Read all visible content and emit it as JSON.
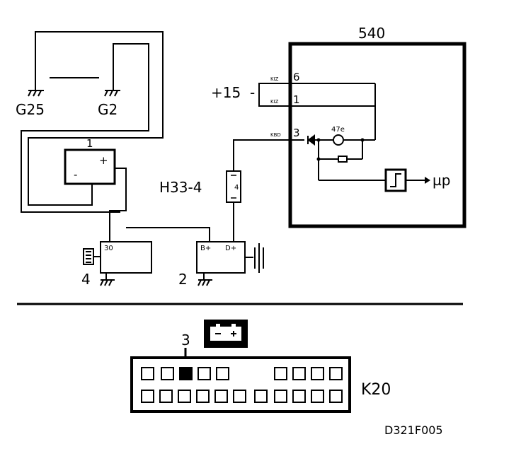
{
  "labels": {
    "ecu": "540",
    "ground_left": "G25",
    "ground_right": "G2",
    "battery_number": "1",
    "starter_number": "4",
    "alternator_number": "2",
    "connector": "H33-4",
    "connector_pin": "4",
    "plus15": "+15",
    "pin_6": "6",
    "pin_1": "1",
    "pin_3": "3",
    "pin_prefix": "KIZ",
    "pin_prefix_3": "KBD",
    "lamp": "47e",
    "micro": "µp",
    "starter_terminal": "30",
    "alt_terminal_b": "B+",
    "alt_terminal_d": "D+",
    "battery_plus": "+",
    "battery_minus": "-",
    "fuse_number": "3",
    "panel": "K20",
    "code": "D321F005"
  }
}
